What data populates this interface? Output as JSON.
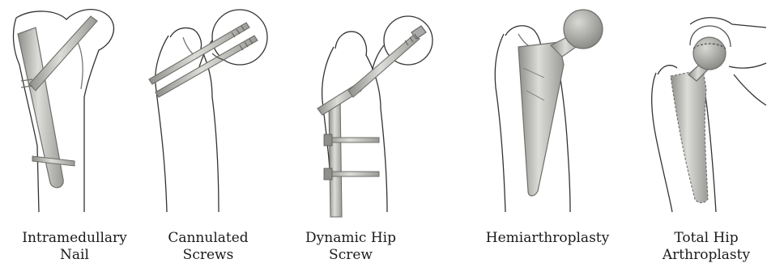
{
  "panels": [
    {
      "id": "intramedullary-nail",
      "line1": "Intramedullary",
      "line2": "Nail"
    },
    {
      "id": "cannulated-screws",
      "line1": "Cannulated",
      "line2": "Screws"
    },
    {
      "id": "dynamic-hip-screw",
      "line1": "Dynamic Hip",
      "line2": "Screw"
    },
    {
      "id": "hemiarthroplasty",
      "line1": "Hemiarthroplasty",
      "line2": ""
    },
    {
      "id": "total-hip-arthroplasty",
      "line1": "Total Hip",
      "line2": "Arthroplasty"
    }
  ],
  "colors": {
    "bone_outline": "#333333",
    "implant_fill": "#c4c4c0",
    "implant_stroke": "#6e6e6a",
    "ball_fill": "#a8a8a4",
    "label_text": "#1a1a1a",
    "background": "#ffffff"
  }
}
